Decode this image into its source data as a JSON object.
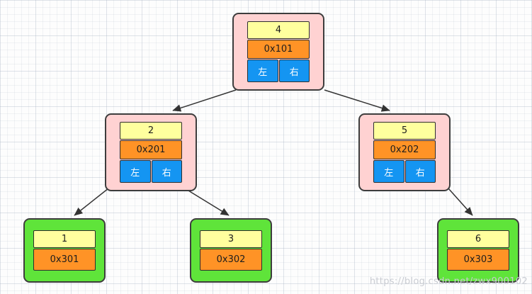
{
  "labels": {
    "left": "左",
    "right": "右"
  },
  "nodes": {
    "n4": {
      "value": "4",
      "address": "0x101"
    },
    "n2": {
      "value": "2",
      "address": "0x201"
    },
    "n5": {
      "value": "5",
      "address": "0x202"
    },
    "n1": {
      "value": "1",
      "address": "0x301"
    },
    "n3": {
      "value": "3",
      "address": "0x302"
    },
    "n6": {
      "value": "6",
      "address": "0x303"
    }
  },
  "edges": [
    {
      "from": "4",
      "to": "2"
    },
    {
      "from": "4",
      "to": "5"
    },
    {
      "from": "2",
      "to": "1"
    },
    {
      "from": "2",
      "to": "3"
    },
    {
      "from": "5",
      "to": "6"
    }
  ],
  "colors": {
    "internal_container": "#ffd2d2",
    "leaf_container": "#5fe43a",
    "value_cell": "#ffff9e",
    "address_cell": "#ff9326",
    "pointer_cell": "#1495f2",
    "edge": "#333333"
  },
  "watermark": "https://blog.csdn.net/zwx900102"
}
